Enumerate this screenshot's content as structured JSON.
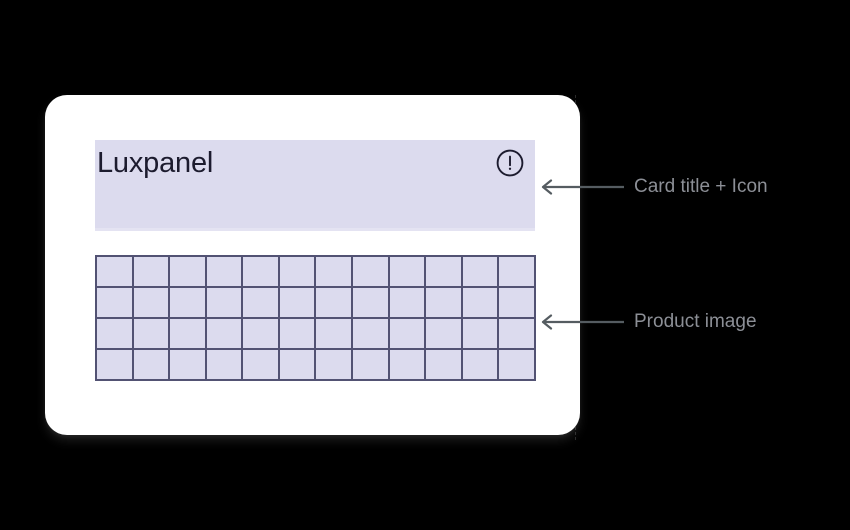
{
  "background_color": "#000000",
  "card": {
    "surface_color": "#ffffff",
    "accent_color": "#dcdbee",
    "line_color": "#525273",
    "title": "Luxpanel",
    "title_color": "#1c1b2e",
    "icon": "exclamation-circle-icon",
    "product_image": {
      "label": "product-image-grid",
      "columns": 12,
      "rows": 4,
      "cell_fill": "#dcdbee",
      "cell_border": "#525273"
    }
  },
  "annotations": [
    {
      "id": "card-title",
      "label": "Card title + Icon",
      "color": "#8c8f96",
      "arrow": "left-arrow-icon"
    },
    {
      "id": "product-image",
      "label": "Product image",
      "color": "#8c8f96",
      "arrow": "left-arrow-icon"
    }
  ]
}
